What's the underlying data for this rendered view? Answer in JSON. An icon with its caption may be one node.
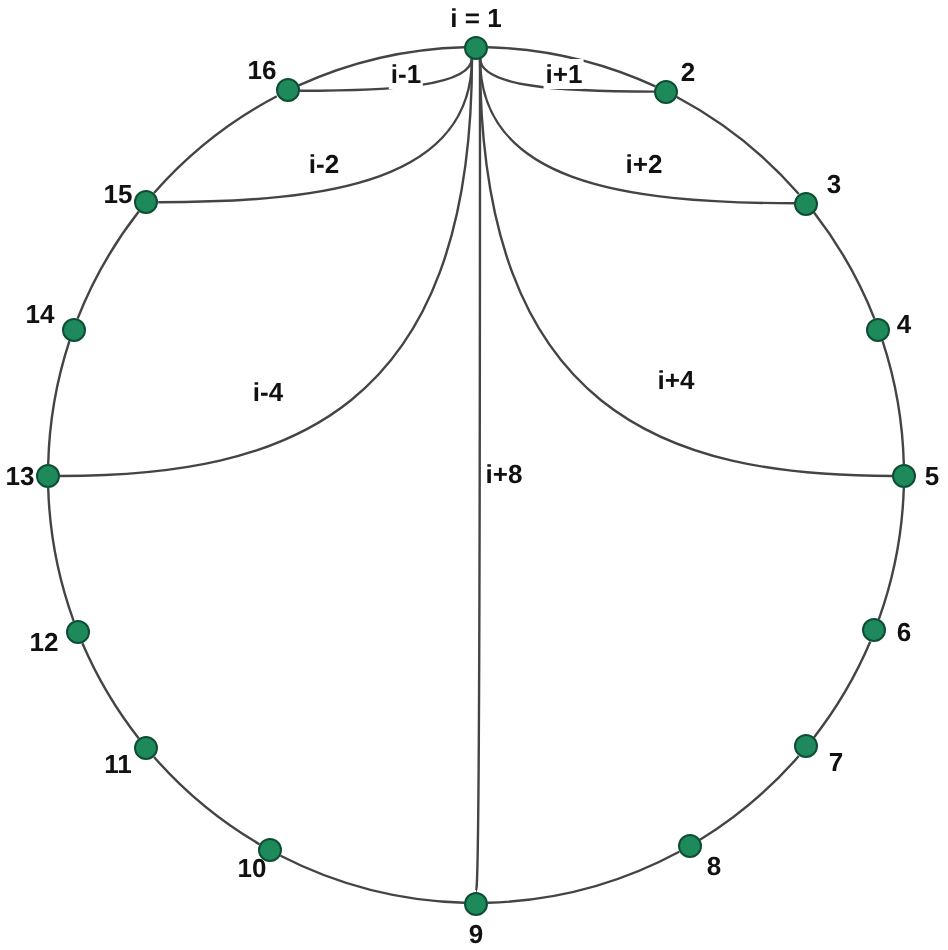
{
  "diagram": {
    "nodes": [
      {
        "text": [
          "i = 1"
        ]
      },
      {
        "text": [
          "2"
        ]
      },
      {
        "text": [
          "3"
        ]
      },
      {
        "text": [
          "4"
        ]
      },
      {
        "text": [
          "5"
        ]
      },
      {
        "text": [
          "6"
        ]
      },
      {
        "text": [
          "7"
        ]
      },
      {
        "text": [
          "8"
        ]
      },
      {
        "text": [
          "9"
        ]
      },
      {
        "text": [
          "10"
        ]
      },
      {
        "text": [
          "11"
        ]
      },
      {
        "text": [
          "12"
        ]
      },
      {
        "text": [
          "13"
        ]
      },
      {
        "text": [
          "14"
        ]
      },
      {
        "text": [
          "15"
        ]
      },
      {
        "text": [
          "16"
        ]
      }
    ],
    "edges": [
      {
        "from": 0,
        "to": 1,
        "arrow": "none"
      },
      {
        "from": 1,
        "to": 2,
        "arrow": "none"
      },
      {
        "from": 2,
        "to": 3,
        "arrow": "none"
      },
      {
        "from": 3,
        "to": 4,
        "arrow": "none"
      },
      {
        "from": 4,
        "to": 5,
        "arrow": "none"
      },
      {
        "from": 5,
        "to": 6,
        "arrow": "none"
      },
      {
        "from": 6,
        "to": 7,
        "arrow": "none"
      },
      {
        "from": 7,
        "to": 8,
        "arrow": "none"
      },
      {
        "from": 8,
        "to": 9,
        "arrow": "none"
      },
      {
        "from": 9,
        "to": 10,
        "arrow": "none"
      },
      {
        "from": 10,
        "to": 11,
        "arrow": "none"
      },
      {
        "from": 11,
        "to": 12,
        "arrow": "none"
      },
      {
        "from": 12,
        "to": 13,
        "arrow": "none"
      },
      {
        "from": 13,
        "to": 14,
        "arrow": "none"
      },
      {
        "from": 14,
        "to": 15,
        "arrow": "none"
      },
      {
        "from": 15,
        "to": 0,
        "arrow": "none"
      },
      {
        "from": 0,
        "to": 15,
        "label": "i-1",
        "arrow": "none"
      },
      {
        "from": 0,
        "to": 1,
        "label": "i+1",
        "arrow": "none"
      },
      {
        "from": 0,
        "to": 14,
        "label": "i-2",
        "arrow": "none"
      },
      {
        "from": 0,
        "to": 2,
        "label": "i+2",
        "arrow": "none"
      },
      {
        "from": 0,
        "to": 12,
        "label": "i-4",
        "arrow": "none"
      },
      {
        "from": 0,
        "to": 4,
        "label": "i+4",
        "arrow": "none"
      },
      {
        "from": 0,
        "to": 8,
        "label": "i+8",
        "arrow": "none"
      }
    ]
  }
}
